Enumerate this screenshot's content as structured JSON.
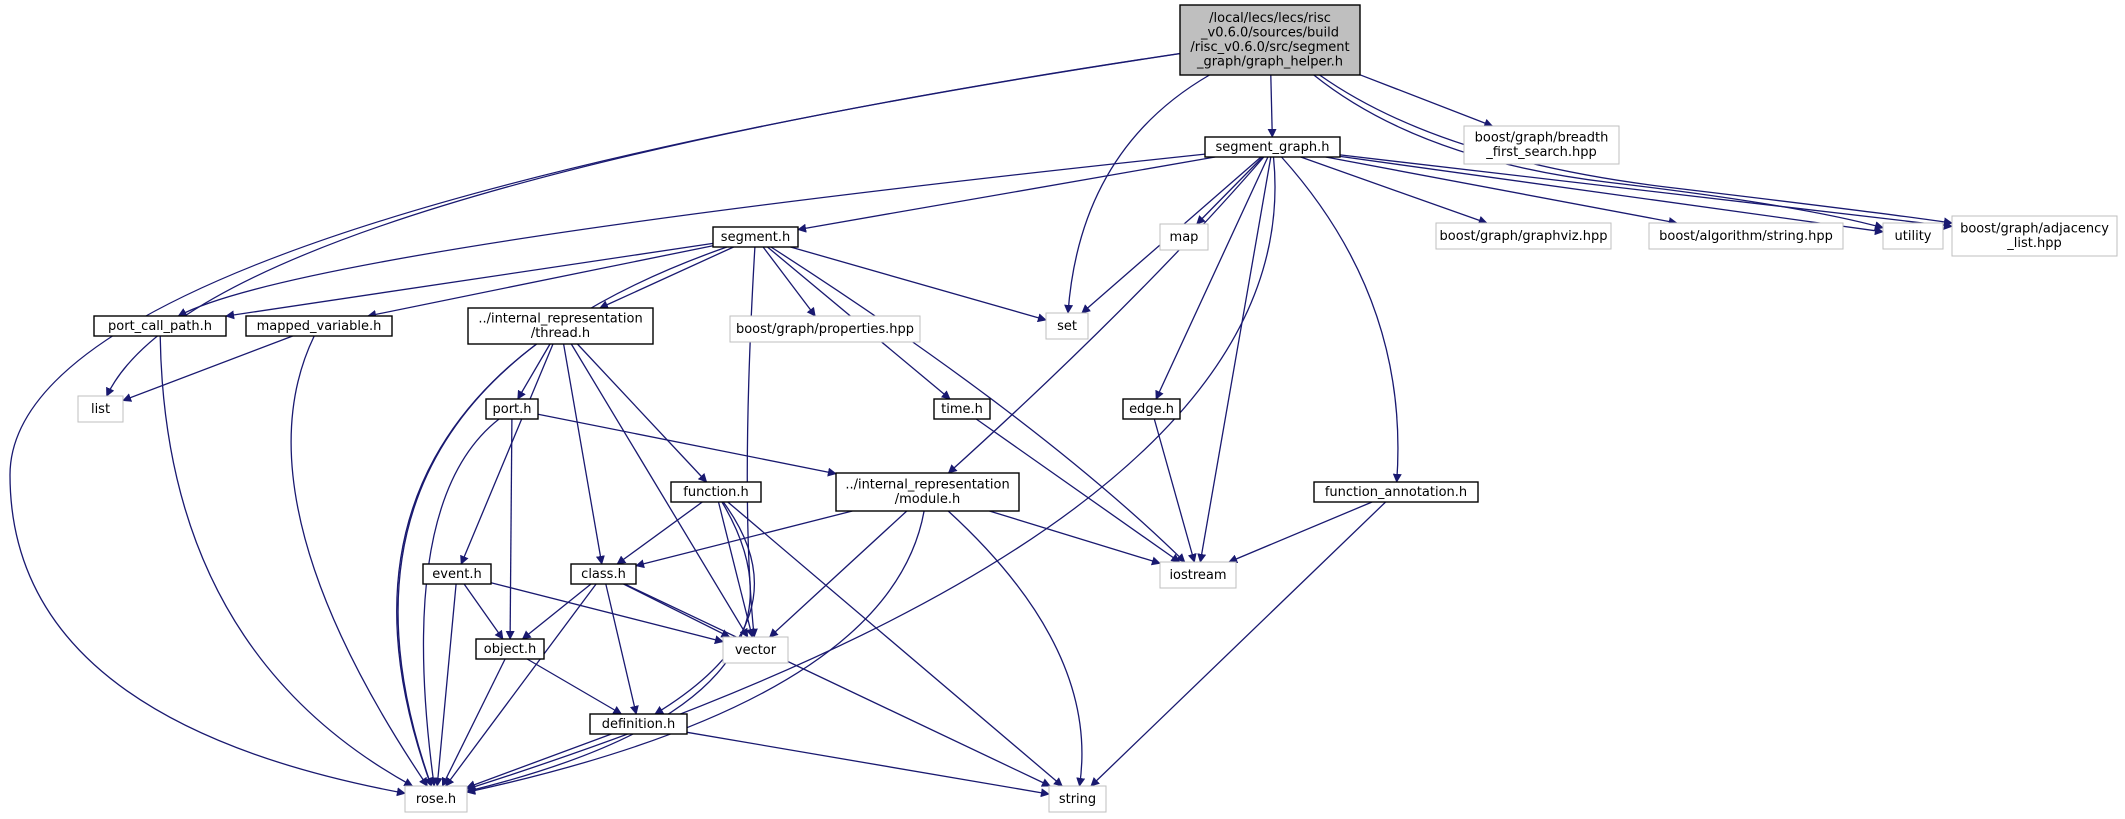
{
  "colors": {
    "edge": "#191970",
    "root_fill": "#bfbfbf",
    "internal_border": "#000000",
    "external_border": "#bfbfbf"
  },
  "nodes": {
    "root": {
      "lines": [
        "/local/lecs/lecs/risc",
        "_v0.6.0/sources/build",
        "/risc_v0.6.0/src/segment",
        "_graph/graph_helper.h"
      ],
      "kind": "root"
    },
    "segment_graph": {
      "lines": [
        "segment_graph.h"
      ],
      "kind": "internal"
    },
    "bfs": {
      "lines": [
        "boost/graph/breadth",
        "_first_search.hpp"
      ],
      "kind": "external"
    },
    "segment": {
      "lines": [
        "segment.h"
      ],
      "kind": "internal"
    },
    "map": {
      "lines": [
        "map"
      ],
      "kind": "external"
    },
    "graphviz": {
      "lines": [
        "boost/graph/graphviz.hpp"
      ],
      "kind": "external"
    },
    "algo_string": {
      "lines": [
        "boost/algorithm/string.hpp"
      ],
      "kind": "external"
    },
    "utility": {
      "lines": [
        "utility"
      ],
      "kind": "external"
    },
    "adjacency": {
      "lines": [
        "boost/graph/adjacency",
        "_list.hpp"
      ],
      "kind": "external"
    },
    "port_call_path": {
      "lines": [
        "port_call_path.h"
      ],
      "kind": "internal"
    },
    "mapped_variable": {
      "lines": [
        "mapped_variable.h"
      ],
      "kind": "internal"
    },
    "thread": {
      "lines": [
        "../internal_representation",
        "/thread.h"
      ],
      "kind": "internal"
    },
    "properties": {
      "lines": [
        "boost/graph/properties.hpp"
      ],
      "kind": "external"
    },
    "set": {
      "lines": [
        "set"
      ],
      "kind": "external"
    },
    "list": {
      "lines": [
        "list"
      ],
      "kind": "external"
    },
    "port": {
      "lines": [
        "port.h"
      ],
      "kind": "internal"
    },
    "time": {
      "lines": [
        "time.h"
      ],
      "kind": "internal"
    },
    "edge": {
      "lines": [
        "edge.h"
      ],
      "kind": "internal"
    },
    "function": {
      "lines": [
        "function.h"
      ],
      "kind": "internal"
    },
    "module": {
      "lines": [
        "../internal_representation",
        "/module.h"
      ],
      "kind": "internal"
    },
    "function_annotation": {
      "lines": [
        "function_annotation.h"
      ],
      "kind": "internal"
    },
    "event": {
      "lines": [
        "event.h"
      ],
      "kind": "internal"
    },
    "class": {
      "lines": [
        "class.h"
      ],
      "kind": "internal"
    },
    "iostream": {
      "lines": [
        "iostream"
      ],
      "kind": "external"
    },
    "vector": {
      "lines": [
        "vector"
      ],
      "kind": "external"
    },
    "object": {
      "lines": [
        "object.h"
      ],
      "kind": "internal"
    },
    "definition": {
      "lines": [
        "definition.h"
      ],
      "kind": "internal"
    },
    "rose": {
      "lines": [
        "rose.h"
      ],
      "kind": "external"
    },
    "string": {
      "lines": [
        "string"
      ],
      "kind": "external"
    }
  },
  "edges": [
    [
      "root",
      "segment_graph"
    ],
    [
      "root",
      "bfs"
    ],
    [
      "root",
      "set"
    ],
    [
      "root",
      "list"
    ],
    [
      "root",
      "rose"
    ],
    [
      "root",
      "utility"
    ],
    [
      "root",
      "adjacency"
    ],
    [
      "segment_graph",
      "segment"
    ],
    [
      "segment_graph",
      "map"
    ],
    [
      "segment_graph",
      "graphviz"
    ],
    [
      "segment_graph",
      "algo_string"
    ],
    [
      "segment_graph",
      "utility"
    ],
    [
      "segment_graph",
      "adjacency"
    ],
    [
      "segment_graph",
      "port_call_path"
    ],
    [
      "segment_graph",
      "set"
    ],
    [
      "segment_graph",
      "edge"
    ],
    [
      "segment_graph",
      "module"
    ],
    [
      "segment_graph",
      "function_annotation"
    ],
    [
      "segment_graph",
      "iostream"
    ],
    [
      "segment_graph",
      "rose"
    ],
    [
      "segment",
      "port_call_path"
    ],
    [
      "segment",
      "mapped_variable"
    ],
    [
      "segment",
      "thread"
    ],
    [
      "segment",
      "properties"
    ],
    [
      "segment",
      "set"
    ],
    [
      "segment",
      "time"
    ],
    [
      "segment",
      "iostream"
    ],
    [
      "segment",
      "vector"
    ],
    [
      "segment",
      "rose"
    ],
    [
      "port_call_path",
      "rose"
    ],
    [
      "mapped_variable",
      "list"
    ],
    [
      "mapped_variable",
      "rose"
    ],
    [
      "thread",
      "port"
    ],
    [
      "thread",
      "function"
    ],
    [
      "thread",
      "class"
    ],
    [
      "thread",
      "event"
    ],
    [
      "thread",
      "vector"
    ],
    [
      "thread",
      "rose"
    ],
    [
      "port",
      "module"
    ],
    [
      "port",
      "object"
    ],
    [
      "port",
      "rose"
    ],
    [
      "time",
      "iostream"
    ],
    [
      "edge",
      "iostream"
    ],
    [
      "function",
      "class"
    ],
    [
      "function",
      "vector"
    ],
    [
      "function",
      "definition"
    ],
    [
      "function",
      "rose"
    ],
    [
      "function",
      "string"
    ],
    [
      "module",
      "class"
    ],
    [
      "module",
      "vector"
    ],
    [
      "module",
      "iostream"
    ],
    [
      "module",
      "string"
    ],
    [
      "module",
      "rose"
    ],
    [
      "function_annotation",
      "iostream"
    ],
    [
      "function_annotation",
      "string"
    ],
    [
      "event",
      "object"
    ],
    [
      "event",
      "vector"
    ],
    [
      "event",
      "rose"
    ],
    [
      "class",
      "object"
    ],
    [
      "class",
      "vector"
    ],
    [
      "class",
      "definition"
    ],
    [
      "class",
      "rose"
    ],
    [
      "class",
      "string"
    ],
    [
      "object",
      "definition"
    ],
    [
      "object",
      "rose"
    ],
    [
      "definition",
      "rose"
    ],
    [
      "definition",
      "string"
    ]
  ]
}
